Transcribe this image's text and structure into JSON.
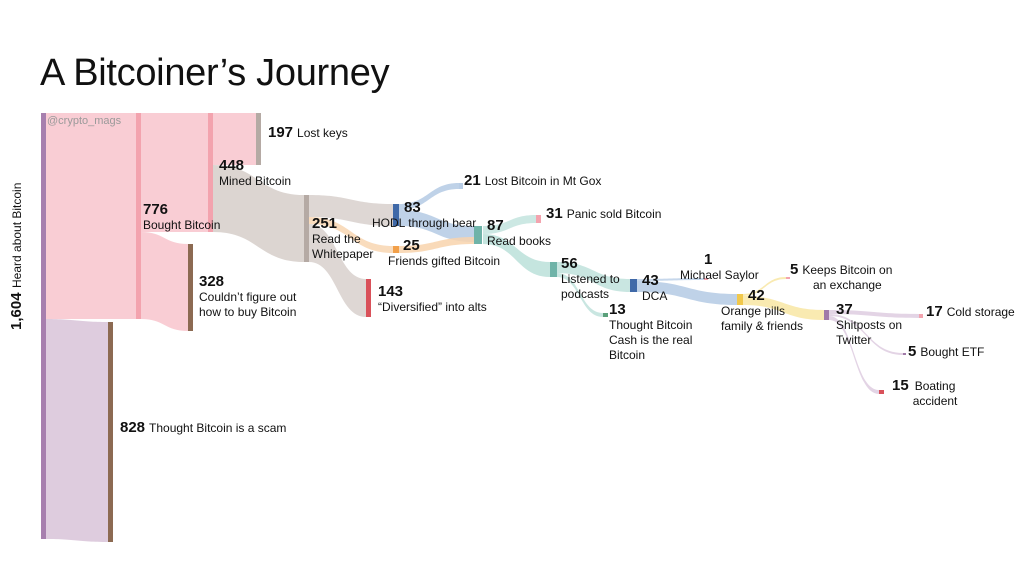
{
  "title": "A Bitcoiner’s Journey",
  "watermark": "@crypto_mags",
  "colors": {
    "root": "#a77fae",
    "pink_flow": "#f8c8cf",
    "pink_node": "#f3a3ae",
    "purple_flow": "#dcc9dc",
    "brown_node": "#8c6a52",
    "gray_flow": "#d8d0cc",
    "gray_node": "#b5aaa4",
    "blue_node": "#3f69a8",
    "blue_flow": "#b8cde6",
    "orange_node": "#f2a04a",
    "orange_flow": "#f8d3ad",
    "teal_node": "#6fb3a8",
    "teal_flow": "#bfe2dc",
    "red_node": "#d9515a",
    "yellow_node": "#f1c84b",
    "yellow_flow": "#f8e8a8",
    "mauve_node": "#a07aa8",
    "mauve_flow": "#e0cfe2"
  },
  "nodes": {
    "heard": {
      "value": "1,604",
      "label": "Heard about Bitcoin"
    },
    "bought": {
      "value": "776",
      "label": "Bought Bitcoin"
    },
    "scam": {
      "value": "828",
      "label": "Thought Bitcoin is a scam"
    },
    "mined": {
      "value": "448",
      "label": "Mined Bitcoin"
    },
    "cant_buy": {
      "value": "328",
      "label": "Couldn’t figure out\nhow to buy Bitcoin"
    },
    "lost_keys": {
      "value": "197",
      "label": "Lost keys"
    },
    "whitepaper": {
      "value": "251",
      "label": "Read the\nWhitepaper"
    },
    "hodl": {
      "value": "83",
      "label": "HODL through bear"
    },
    "gifted": {
      "value": "25",
      "label": "Friends gifted Bitcoin"
    },
    "alts": {
      "value": "143",
      "label": "“Diversified” into alts"
    },
    "mtgox": {
      "value": "21",
      "label": "Lost Bitcoin in Mt Gox"
    },
    "books": {
      "value": "87",
      "label": "Read books"
    },
    "panic": {
      "value": "31",
      "label": "Panic sold Bitcoin"
    },
    "podcasts": {
      "value": "56",
      "label": "Listened to\npodcasts"
    },
    "dca": {
      "value": "43",
      "label": "DCA"
    },
    "bcash": {
      "value": "13",
      "label": "Thought Bitcoin\nCash is the real\nBitcoin"
    },
    "saylor": {
      "value": "1",
      "label": "Michael Saylor"
    },
    "orange": {
      "value": "42",
      "label": "Orange pills\nfamily & friends"
    },
    "exchange": {
      "value": "5",
      "label": "Keeps Bitcoin on\nan exchange"
    },
    "shitposts": {
      "value": "37",
      "label": "Shitposts on\nTwitter"
    },
    "cold": {
      "value": "17",
      "label": "Cold storage"
    },
    "etf": {
      "value": "5",
      "label": "Bought ETF"
    },
    "boating": {
      "value": "15",
      "label": "Boating\naccident"
    }
  }
}
